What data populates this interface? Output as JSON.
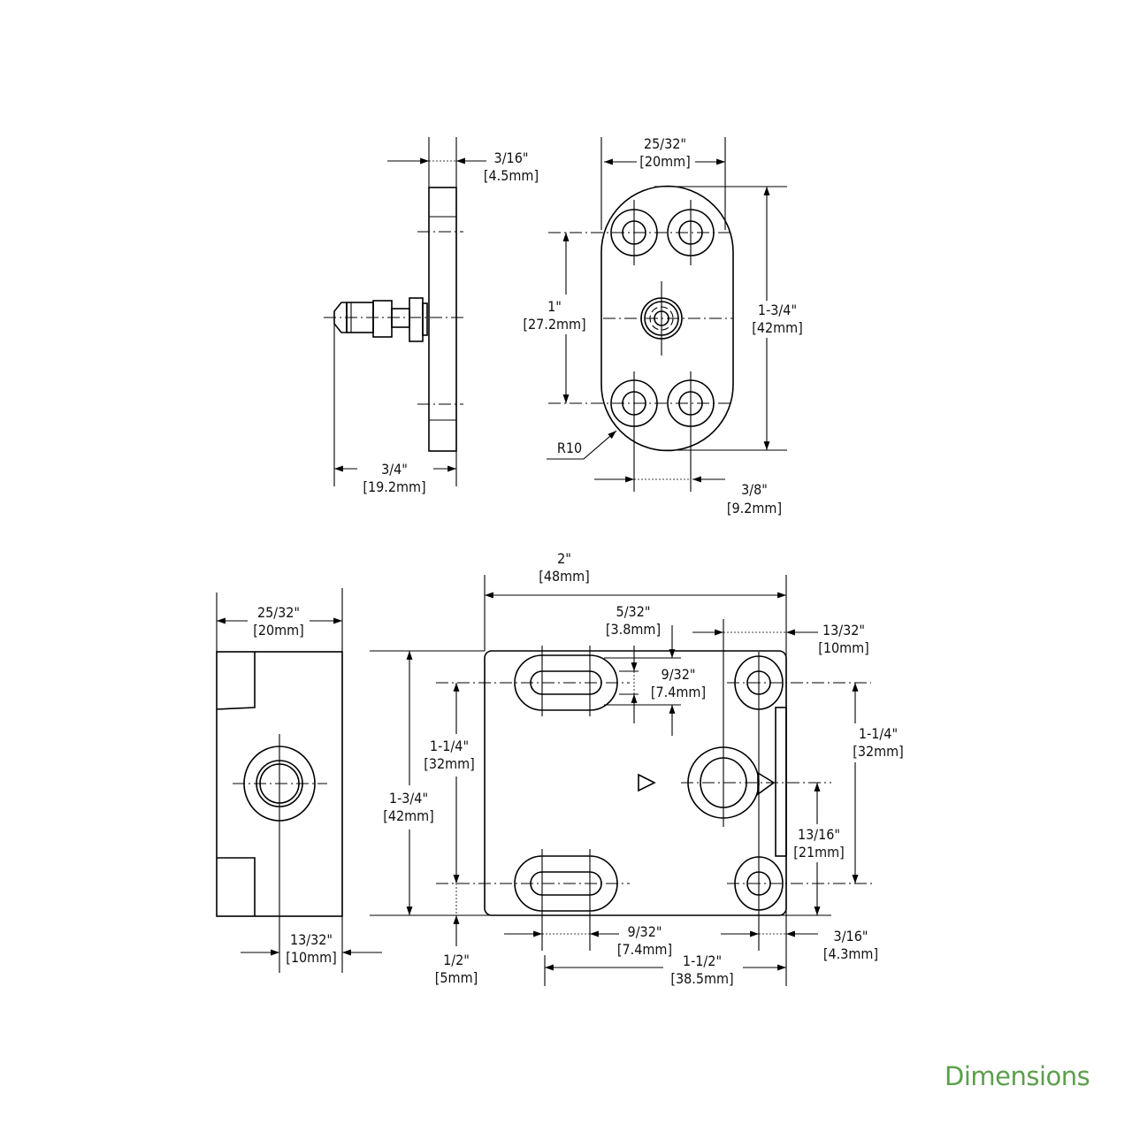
{
  "caption": "Dimensions",
  "colors": {
    "caption": "#5c9f4c",
    "lines": "#000000"
  },
  "top_side_view": {
    "thickness": [
      "3/16\"",
      "[4.5mm]"
    ],
    "depth": [
      "3/4\"",
      "[19.2mm]"
    ]
  },
  "top_front_view": {
    "width": [
      "25/32\"",
      "[20mm]"
    ],
    "height": [
      "1-3/4\"",
      "[42mm]"
    ],
    "hole_spacing_v": [
      "1\"",
      "[27.2mm]"
    ],
    "radius": "R10",
    "hole_spacing_h": [
      "3/8\"",
      "[9.2mm]"
    ]
  },
  "bottom_side_view": {
    "width": [
      "25/32\"",
      "[20mm]"
    ],
    "center_offset": [
      "13/32\"",
      "[10mm]"
    ]
  },
  "bottom_front_view": {
    "width": [
      "2\"",
      "[48mm]"
    ],
    "slot_offset": [
      "5/32\"",
      "[3.8mm]"
    ],
    "slot_height": [
      "9/32\"",
      "[7.4mm]"
    ],
    "right_offset": [
      "13/32\"",
      "[10mm]"
    ],
    "height_left": [
      "1-3/4\"",
      "[42mm]"
    ],
    "hole_spacing_left": [
      "1-1/4\"",
      "[32mm]"
    ],
    "hole_spacing_right": [
      "1-1/4\"",
      "[32mm]"
    ],
    "center_height": [
      "13/16\"",
      "[21mm]"
    ],
    "bottom_margin": [
      "1/2\"",
      "[5mm]"
    ],
    "slot_length": [
      "9/32\"",
      "[7.4mm]"
    ],
    "right_margin": [
      "3/16\"",
      "[4.3mm]"
    ],
    "hole_span": [
      "1-1/2\"",
      "[38.5mm]"
    ]
  }
}
